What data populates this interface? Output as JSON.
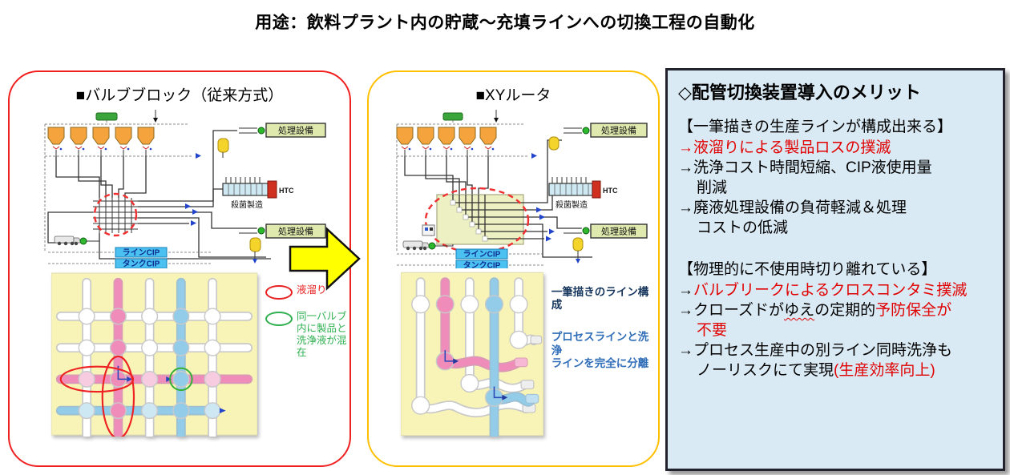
{
  "title": "用途：飲料プラント内の貯蔵～充填ラインへの切換工程の自動化",
  "colors": {
    "left_border": "#f02020",
    "middle_border": "#ffc000",
    "right_bg": "#daeaf4",
    "arrow_fill": "#ffff00",
    "red_text": "#e00000",
    "pink_pipe": "#f08cba",
    "blue_pipe": "#92cce8",
    "grid_bg": "#f8f3b6"
  },
  "left_panel": {
    "title": "■バルブブロック（従来方式）",
    "labels": {
      "process_equipment": "処理設備",
      "htc": "HTC",
      "sterilizer": "殺菌製造",
      "line_cip": "ラインCIP",
      "tank_cip": "タンクCIP"
    },
    "annotations": [
      {
        "text": "液溜り",
        "color": "red"
      },
      {
        "text": "同一バルブ内に製品と洗浄液が混在",
        "color": "green"
      }
    ]
  },
  "middle_panel": {
    "title": "■XYルータ",
    "labels": {
      "process_equipment": "処理設備",
      "htc": "HTC",
      "sterilizer": "殺菌製造",
      "line_cip": "ラインCIP",
      "tank_cip": "タンクCIP"
    },
    "annotations": [
      {
        "text": "一筆描きのライン構成",
        "color": "navy"
      },
      {
        "text": "プロセスラインと洗浄\nラインを完全に分離",
        "color": "blue"
      }
    ]
  },
  "right_panel": {
    "title": "◇配管切換装置導入のメリット",
    "sections": [
      {
        "heading": "【一筆描きの生産ラインが構成出来る】",
        "items": [
          {
            "segments": [
              {
                "text": "→液溜りによる製品ロスの撲滅",
                "style": "red"
              }
            ]
          },
          {
            "segments": [
              {
                "text": "→洗浄コスト時間短縮、CIP液使用量\n削減",
                "style": "normal"
              }
            ]
          },
          {
            "segments": [
              {
                "text": "→廃液処理設備の負荷軽減＆処理\nコストの低減",
                "style": "normal"
              }
            ]
          }
        ]
      },
      {
        "heading": "【物理的に不使用時切り離れている】",
        "items": [
          {
            "segments": [
              {
                "text": "→",
                "style": "normal"
              },
              {
                "text": "バルブリークによるクロスコンタミ撲滅",
                "style": "red"
              }
            ]
          },
          {
            "segments": [
              {
                "text": "→クローズドが",
                "style": "normal"
              },
              {
                "text": "ゆえ",
                "style": "squiggle"
              },
              {
                "text": "の定期的",
                "style": "normal"
              },
              {
                "text": "予防保全が\n不要",
                "style": "red"
              }
            ]
          },
          {
            "segments": [
              {
                "text": "→プロセス生産中の別ライン同時洗浄も\nノーリスクにて実現",
                "style": "normal"
              },
              {
                "text": "(生産効率向上)",
                "style": "red"
              }
            ]
          }
        ]
      }
    ]
  }
}
